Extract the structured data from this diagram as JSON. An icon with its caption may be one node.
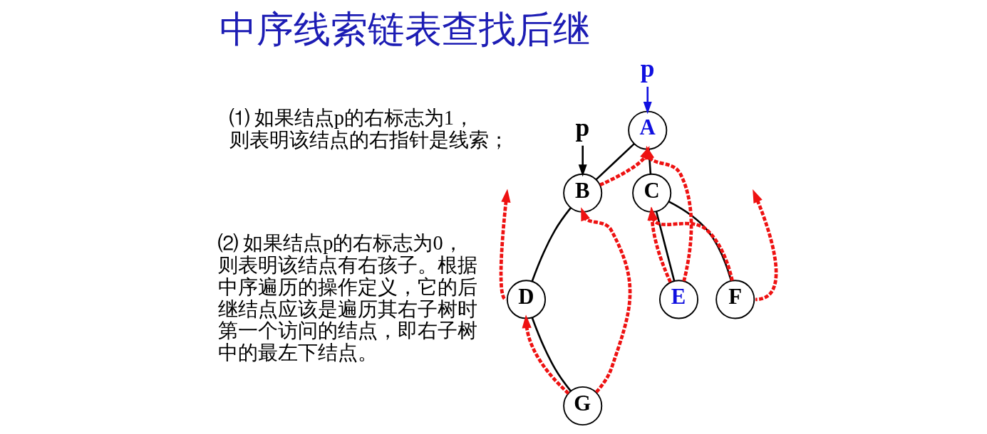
{
  "diagram": {
    "title": "中序线索链表查找后继",
    "nodes": [
      {
        "text": [
          "p"
        ]
      },
      {
        "text": [
          "A"
        ]
      },
      {
        "text": [
          "p"
        ]
      },
      {
        "text": [
          "B"
        ]
      },
      {
        "text": [
          "C"
        ]
      },
      {
        "text": [
          "D"
        ]
      },
      {
        "text": [
          "E"
        ]
      },
      {
        "text": [
          "F"
        ]
      },
      {
        "text": [
          "G"
        ]
      }
    ],
    "edges": [
      {
        "from": 0,
        "to": 1,
        "arrow": "to",
        "color": "#1010e0"
      },
      {
        "from": 2,
        "to": 3,
        "arrow": "to",
        "color": "#000000"
      },
      {
        "from": 1,
        "to": 3,
        "arrow": "none",
        "color": "#000000"
      },
      {
        "from": 1,
        "to": 4,
        "arrow": "none",
        "color": "#000000"
      },
      {
        "from": 3,
        "to": 5,
        "arrow": "none",
        "color": "#000000"
      },
      {
        "from": 4,
        "to": 6,
        "arrow": "none",
        "color": "#000000"
      },
      {
        "from": 4,
        "to": 7,
        "arrow": "none",
        "color": "#000000"
      },
      {
        "from": 5,
        "to": 8,
        "arrow": "none",
        "color": "#000000"
      },
      {
        "from": 5,
        "to": null,
        "arrow": "to",
        "style": "dashed",
        "color": "#ee1111"
      },
      {
        "from": 8,
        "to": 5,
        "arrow": "to",
        "style": "dashed",
        "color": "#ee1111"
      },
      {
        "from": 8,
        "to": 3,
        "arrow": "to",
        "style": "dashed",
        "color": "#ee1111"
      },
      {
        "from": 3,
        "to": 1,
        "arrow": "to",
        "style": "dashed",
        "color": "#ee1111"
      },
      {
        "from": 6,
        "to": 1,
        "arrow": "to",
        "style": "dashed",
        "color": "#ee1111"
      },
      {
        "from": 6,
        "to": 4,
        "arrow": "to",
        "style": "dashed",
        "color": "#ee1111"
      },
      {
        "from": 7,
        "to": 4,
        "arrow": "to",
        "style": "dashed",
        "color": "#ee1111"
      },
      {
        "from": 7,
        "to": null,
        "arrow": "to",
        "style": "dashed",
        "color": "#ee1111"
      }
    ],
    "labels": [
      "⑴ 如果结点p的右标志为1，则表明该结点的右指针是线索；",
      "⑵ 如果结点p的右标志为0，则表明该结点有右孩子。根据中序遍历的操作定义，它的后继结点应该是遍历其右子树时第一个访问的结点，即右子树中的最左下结点。"
    ]
  }
}
